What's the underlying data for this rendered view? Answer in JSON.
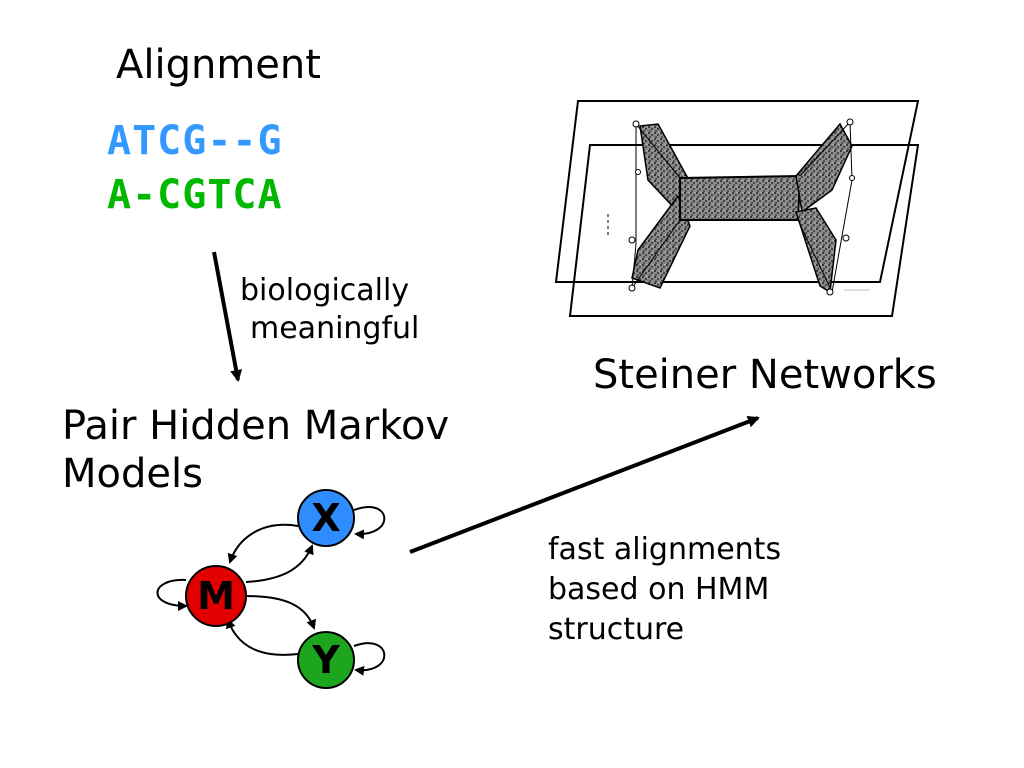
{
  "alignment": {
    "title": "Alignment",
    "seq1": "ATCG--G",
    "seq2": "A-CGTCA",
    "seq1_color": "#3399ff",
    "seq2_color": "#00b800"
  },
  "arrow1_label": {
    "line1": "biologically",
    "line2": "meaningful"
  },
  "phmm": {
    "title_line1": "Pair Hidden Markov",
    "title_line2": "Models",
    "nodes": {
      "m": {
        "label": "M",
        "color": "#e00000"
      },
      "x": {
        "label": "X",
        "color": "#2f8cff"
      },
      "y": {
        "label": "Y",
        "color": "#1ea51e"
      }
    }
  },
  "arrow2_label": {
    "line1": "fast alignments",
    "line2": "based on HMM",
    "line3": "structure"
  },
  "steiner": {
    "title": "Steiner Networks"
  }
}
